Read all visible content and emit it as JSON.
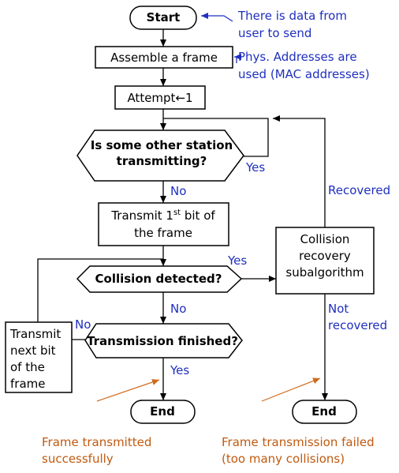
{
  "start": "Start",
  "start_note": [
    "There is data from",
    "user to send"
  ],
  "assemble": "Assemble a frame",
  "assemble_note": [
    "Phys. Addresses are",
    "used (MAC addresses)"
  ],
  "attempt": "Attempt←1",
  "question1": [
    "Is some other station",
    "transmitting?"
  ],
  "yes1": "Yes",
  "no1": "No",
  "transmit_first": {
    "pre": "Transmit 1",
    "sup": "st",
    "post": " bit of",
    "line2": "the frame"
  },
  "question2": "Collision detected?",
  "yes2": "Yes",
  "no2": "No",
  "recovery": [
    "Collision",
    "recovery",
    "subalgorithm"
  ],
  "recovered": "Recovered",
  "not_recovered": [
    "Not",
    "recovered"
  ],
  "question3": "Transmission finished?",
  "no3": "No",
  "yes3": "Yes",
  "transmit_next": [
    "Transmit",
    "next bit",
    "of the",
    "frame"
  ],
  "end_left": "End",
  "end_right": "End",
  "note_success": [
    "Frame transmitted",
    "successfully"
  ],
  "note_failed": [
    "Frame transmission failed",
    "(too many collisions)"
  ],
  "colors": {
    "callout": "#1f2fbf",
    "note": "#c05a10",
    "lines": "#000000"
  }
}
